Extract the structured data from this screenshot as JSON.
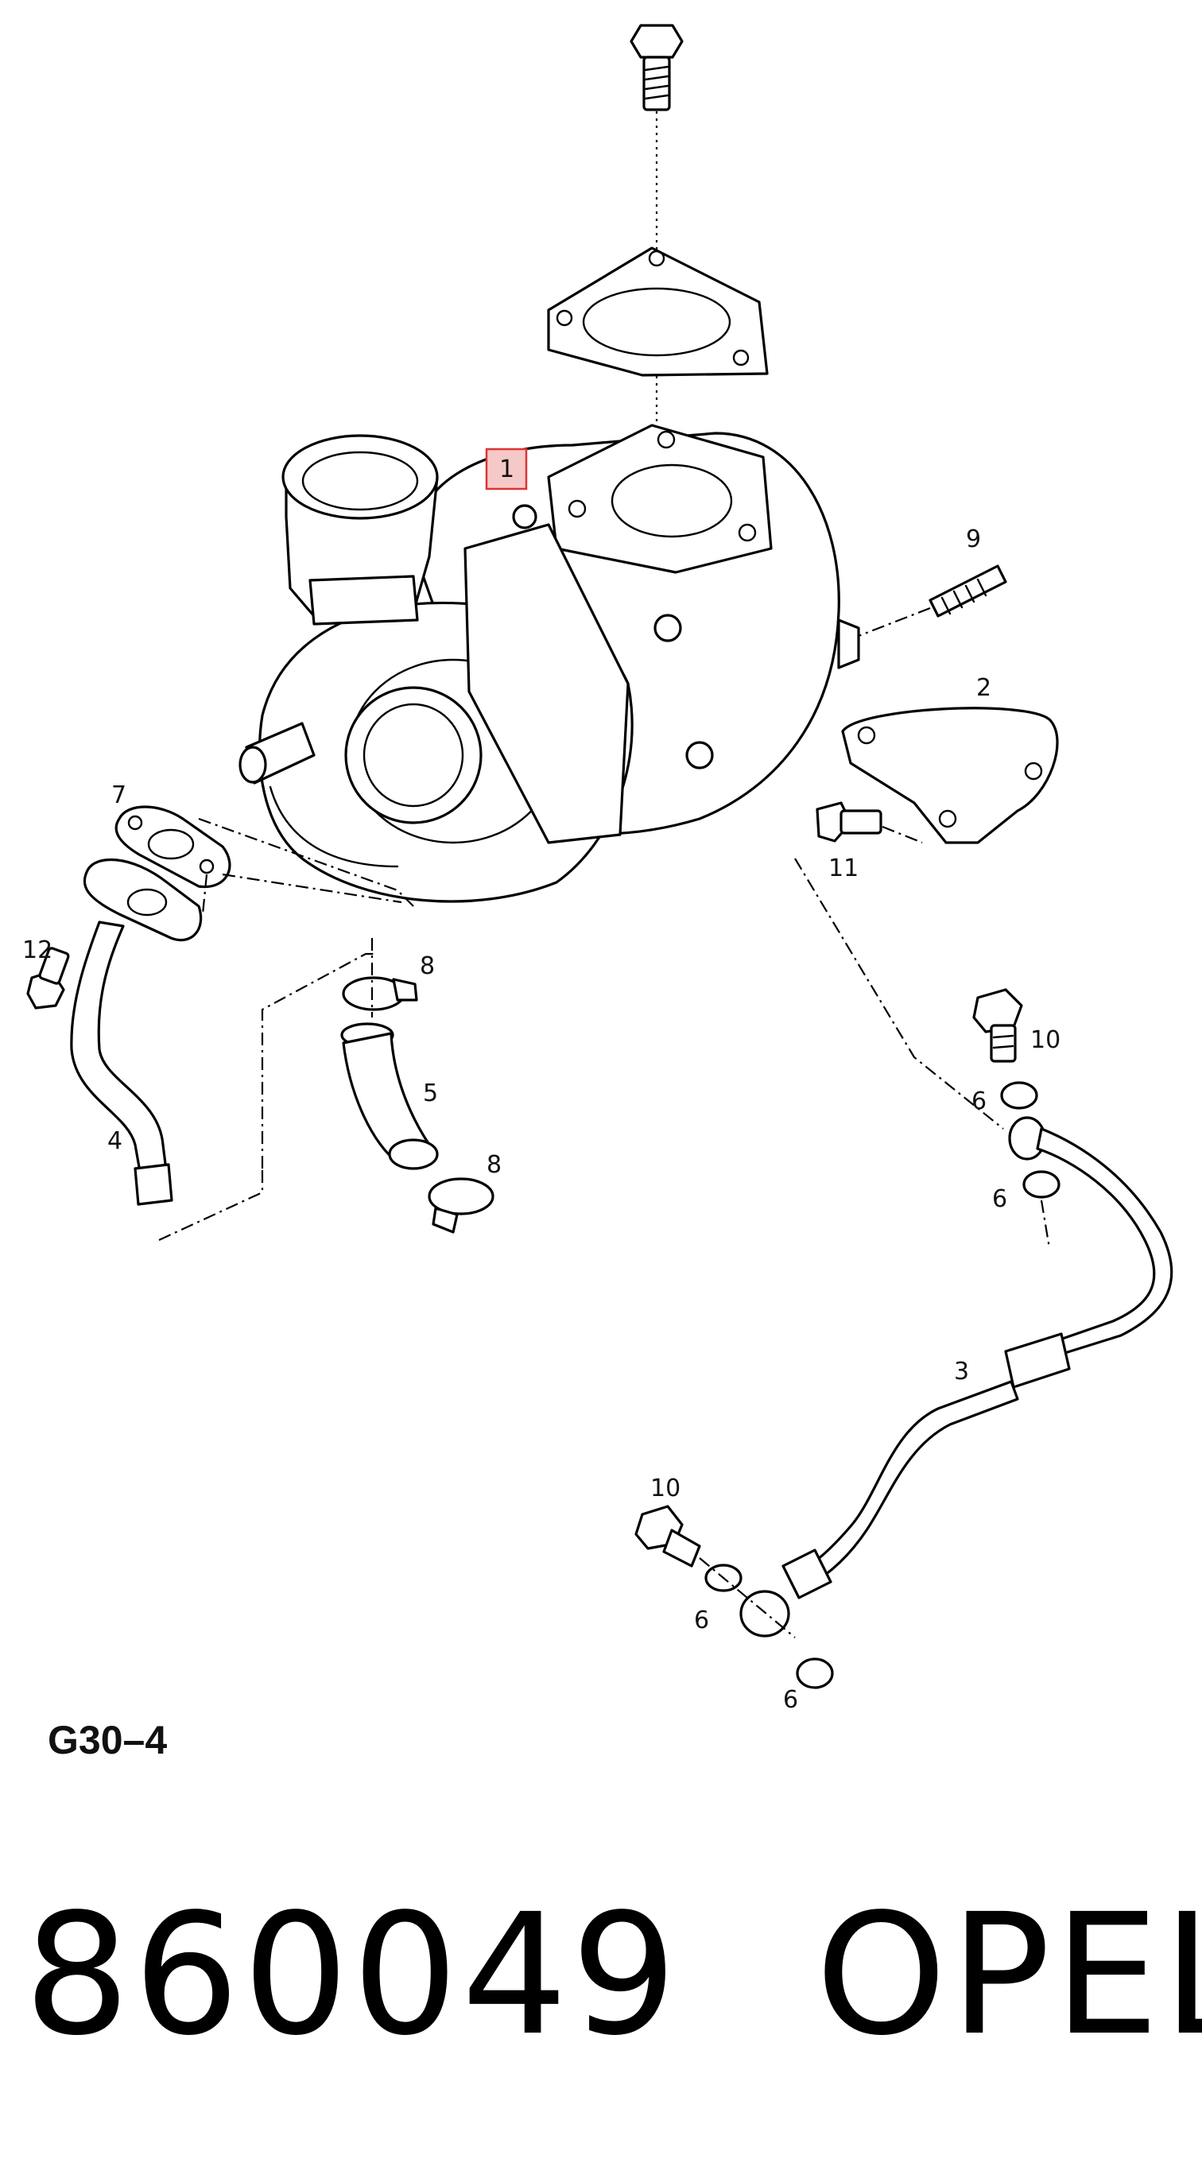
{
  "diagram": {
    "callouts": {
      "c1": "1",
      "c2": "2",
      "c3": "3",
      "c4": "4",
      "c5": "5",
      "c6a": "6",
      "c6b": "6",
      "c6c": "6",
      "c6d": "6",
      "c7": "7",
      "c8a": "8",
      "c8b": "8",
      "c9": "9",
      "c10a": "10",
      "c10b": "10",
      "c11": "11",
      "c12": "12"
    },
    "highlight_color": "#f6c9c9",
    "code": "G30–4"
  },
  "footer": {
    "part_number": "860049",
    "brand": "OPEL"
  }
}
